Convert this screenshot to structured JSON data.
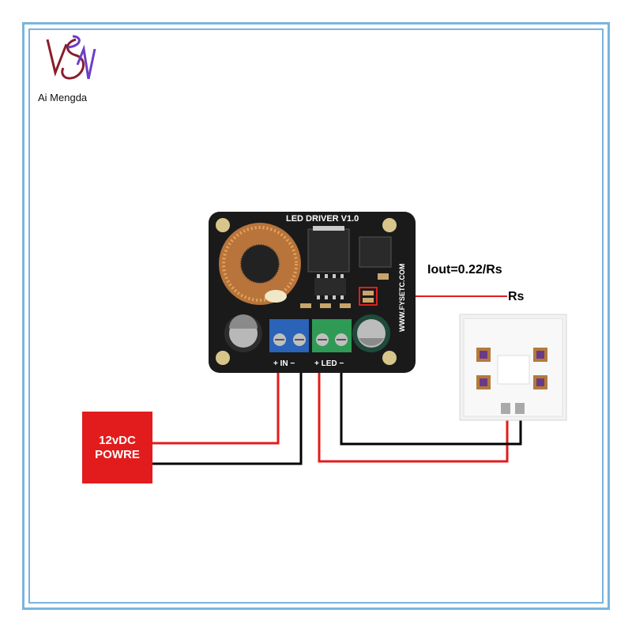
{
  "brand": {
    "logo_text": "Ai Mengda",
    "logo_icon": "am-monogram-logo"
  },
  "board": {
    "title": "LED DRIVER V1.0",
    "url": "WWW.FYSETC.COM",
    "input_label": "+ IN −",
    "output_label": "+ LED −"
  },
  "formula": "Iout=0.22/Rs",
  "rs_label": "Rs",
  "power_supply": {
    "line1": "12vDC",
    "line2": "POWRE"
  },
  "colors": {
    "frame": "#7ab4de",
    "positive_wire": "#e21c1c",
    "negative_wire": "#000000",
    "power_box": "#e21c1c",
    "pcb": "#1a1a1a"
  }
}
